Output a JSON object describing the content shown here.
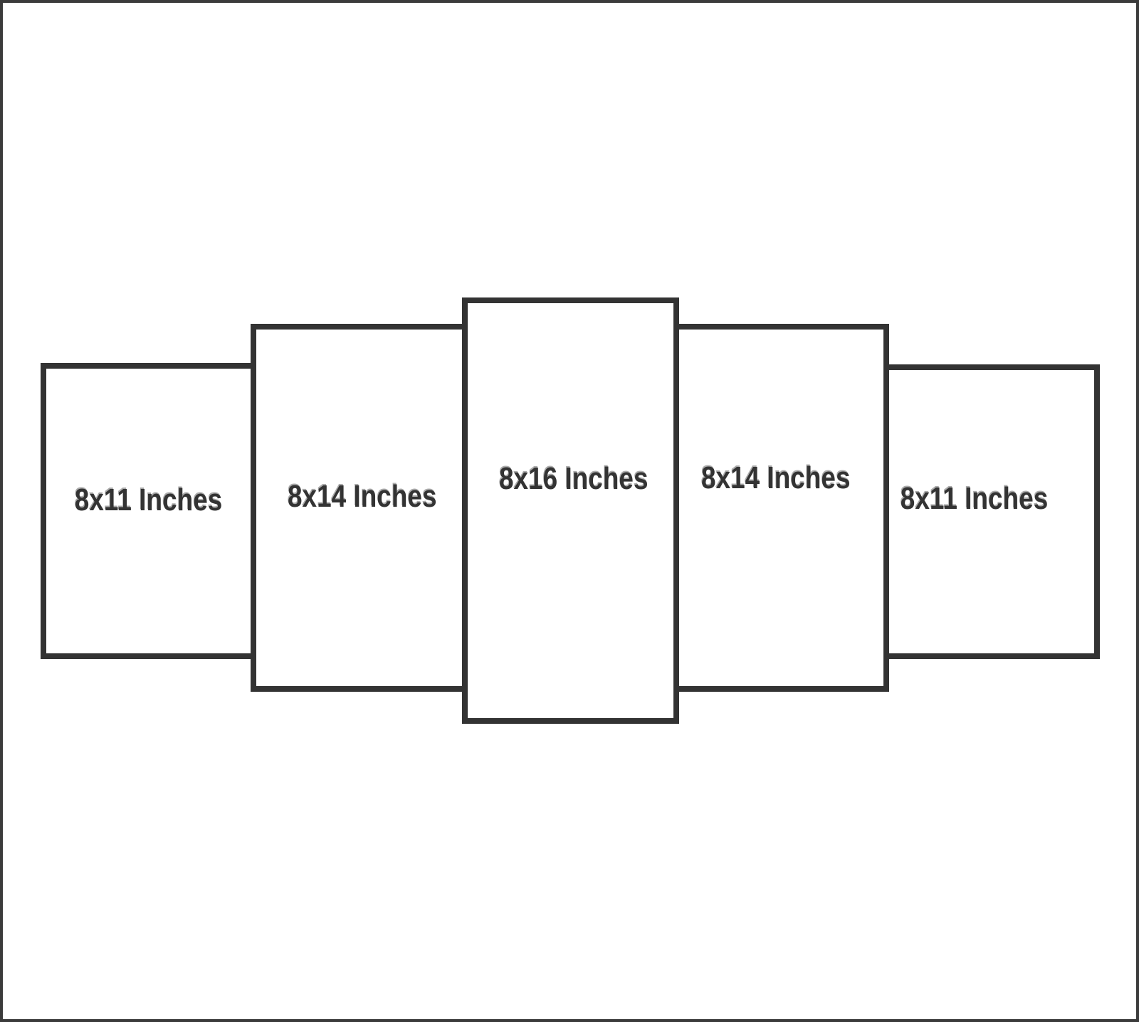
{
  "diagram": {
    "description": "Five-panel size chart diagram",
    "colors": {
      "background": "#ffffff",
      "frame_border": "#3b3b3b",
      "panel_border": "#333333",
      "label_text": "#333333",
      "label_halo": "#ababab"
    }
  },
  "panels": [
    {
      "label": "8x11 Inches"
    },
    {
      "label": "8x14 Inches"
    },
    {
      "label": "8x16 Inches"
    },
    {
      "label": "8x14 Inches"
    },
    {
      "label": "8x11 Inches"
    }
  ]
}
